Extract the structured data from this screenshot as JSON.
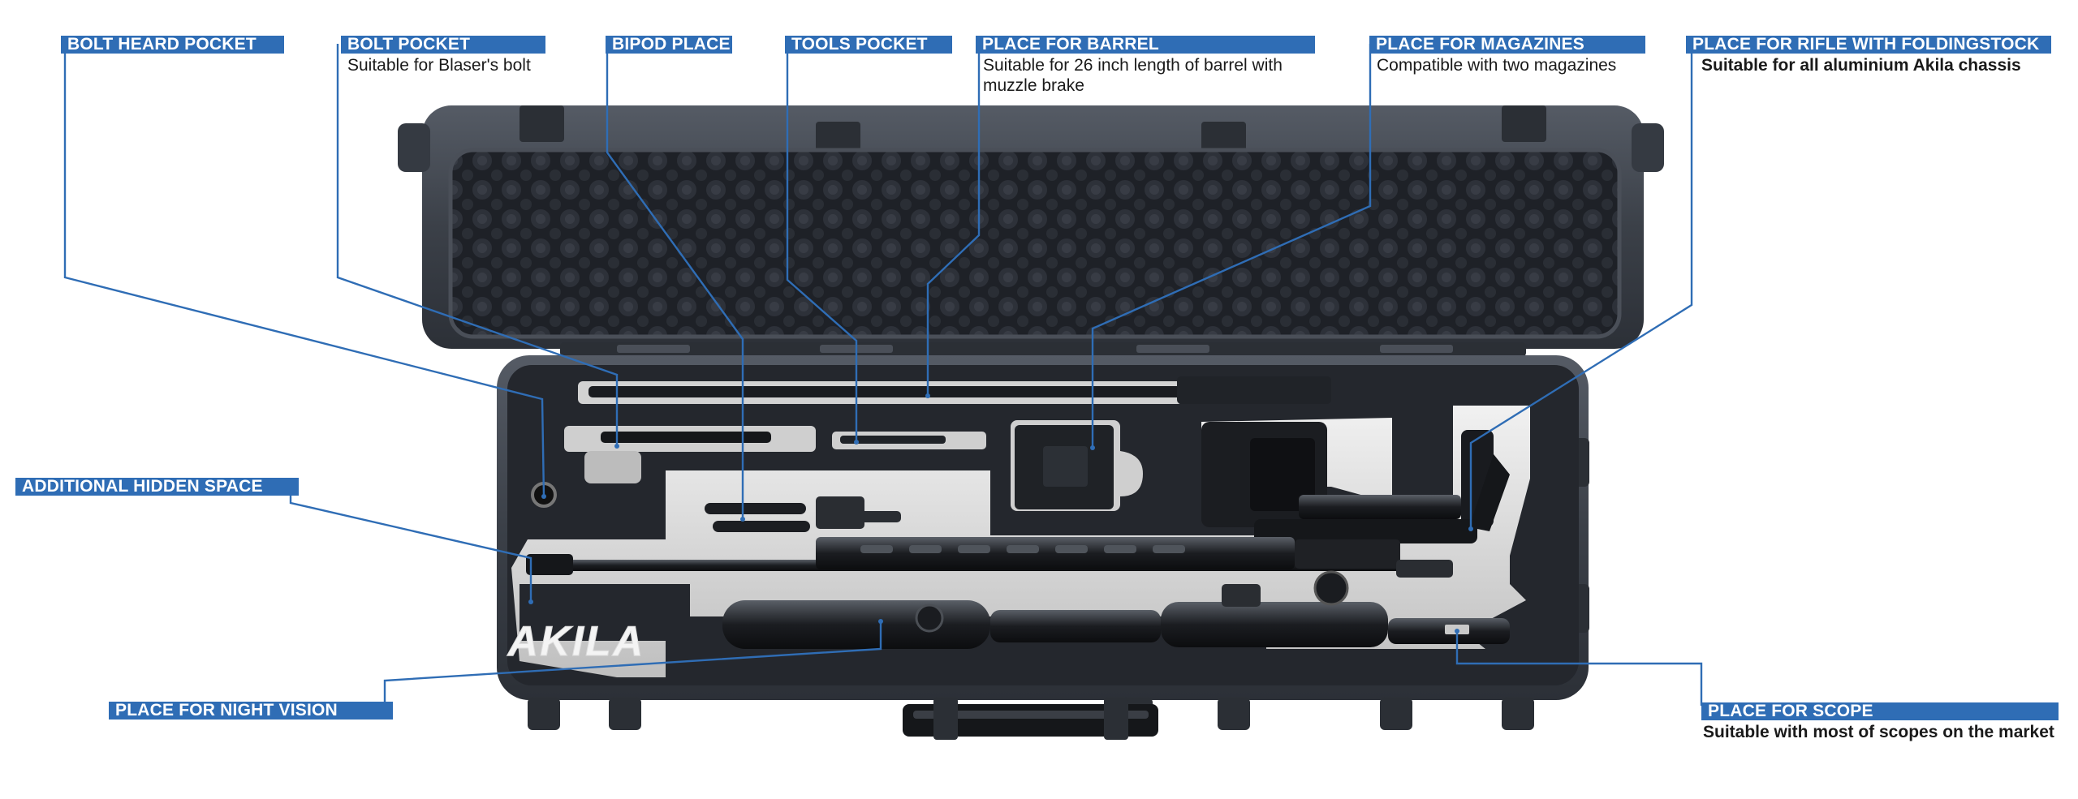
{
  "callouts": {
    "bolt_head_pocket": {
      "title": "BOLT HEARD POCKET"
    },
    "bolt_pocket": {
      "title": "BOLT POCKET",
      "desc": "Suitable for Blaser's bolt"
    },
    "bipod_place": {
      "title": "BIPOD PLACE"
    },
    "tools_pocket": {
      "title": "TOOLS POCKET"
    },
    "place_for_barrel": {
      "title": "PLACE FOR BARREL",
      "desc_line1": "Suitable for 26 inch length of barrel with",
      "desc_line2": "muzzle brake"
    },
    "place_for_magazines": {
      "title": "PLACE FOR MAGAZINES",
      "desc": "Compatible with two magazines"
    },
    "place_for_rifle": {
      "title": "PLACE FOR RIFLE WITH FOLDINGSTOCK",
      "desc": "Suitable for all aluminium Akila chassis"
    },
    "additional_hidden_space": {
      "title": "ADDITIONAL HIDDEN SPACE"
    },
    "place_for_night_vision": {
      "title": "PLACE FOR NIGHT VISION"
    },
    "place_for_scope": {
      "title": "PLACE FOR SCOPE",
      "desc": "Suitable with most of scopes on the market"
    }
  },
  "logo": {
    "text": "AKILA"
  },
  "colors": {
    "accent": "#2f6db5",
    "case": "#3b4048",
    "foam": "#25282e",
    "insert": "#d9d9d9"
  }
}
